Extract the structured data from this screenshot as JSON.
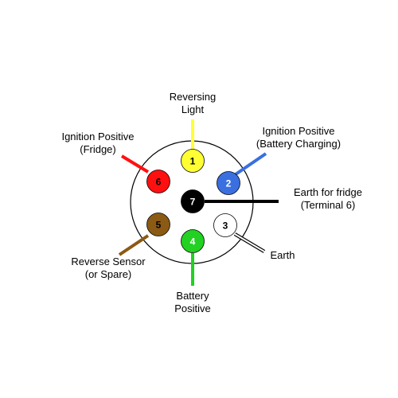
{
  "pins": [
    {
      "number": "1",
      "color": "#ffff33",
      "wire_color": "#ffff33",
      "text_color": "#000000"
    },
    {
      "number": "2",
      "color": "#3a6fe0",
      "wire_color": "#3a6fe0",
      "text_color": "#ffffff"
    },
    {
      "number": "3",
      "color": "#ffffff",
      "wire_color": "#ffffff",
      "text_color": "#000000"
    },
    {
      "number": "4",
      "color": "#22d122",
      "wire_color": "#22d122",
      "text_color": "#ffffff"
    },
    {
      "number": "5",
      "color": "#8b5a14",
      "wire_color": "#8b5a14",
      "text_color": "#000000"
    },
    {
      "number": "6",
      "color": "#ff1010",
      "wire_color": "#ff1010",
      "text_color": "#000000"
    },
    {
      "number": "7",
      "color": "#000000",
      "wire_color": "#000000",
      "text_color": "#ffffff"
    }
  ],
  "labels": {
    "pin1": {
      "line1": "Reversing",
      "line2": "Light"
    },
    "pin2": {
      "line1": "Ignition Positive",
      "line2": "(Battery Charging)"
    },
    "pin3": {
      "line1": "Earth"
    },
    "pin4": {
      "line1": "Battery",
      "line2": "Positive"
    },
    "pin5": {
      "line1": "Reverse Sensor",
      "line2": "(or Spare)"
    },
    "pin6": {
      "line1": "Ignition Positive",
      "line2": "(Fridge)"
    },
    "pin7": {
      "line1": "Earth for fridge",
      "line2": "(Terminal 6)"
    }
  }
}
